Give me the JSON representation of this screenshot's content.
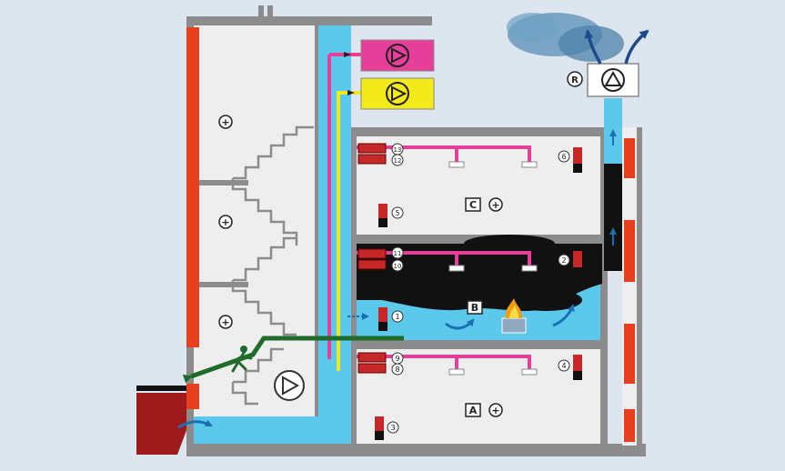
{
  "colors": {
    "background": "#dde6ee",
    "wall": "#8c8c8c",
    "room": "#eeeeee",
    "stair_air": "#5bc8ec",
    "smoke": "#111111",
    "red_panel": "#e8401f",
    "supply_fan_box": "#e63f9a",
    "extract_fan_box": "#f2ea1a",
    "yellow_duct": "#f2ea1a",
    "pink_duct": "#e63f9a",
    "escape_arrow": "#1f6b2a",
    "arrow_blue": "#1d4b8f",
    "ground": "#9e1b1b"
  },
  "icons": {
    "fan": "fan-circle-triangle-icon",
    "pressure": "plus-circle-icon",
    "fire": "fire-icon",
    "evacuee": "running-person-icon"
  },
  "rooms": [
    {
      "key": "C",
      "label": "C"
    },
    {
      "key": "B",
      "label": "B"
    },
    {
      "key": "A",
      "label": "A"
    }
  ],
  "unit_labels": [
    "1",
    "2",
    "3",
    "4",
    "5",
    "6",
    "8",
    "9",
    "10",
    "11",
    "12",
    "13"
  ],
  "exhaust_label": "R"
}
